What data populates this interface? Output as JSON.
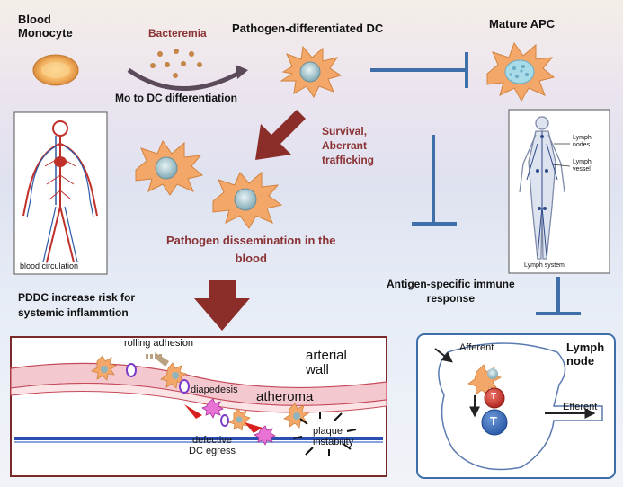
{
  "labels": {
    "blood_monocyte": "Blood\nMonocyte",
    "bacteremia": "Bacteremia",
    "mo_to_dc": "Mo to DC differentiation",
    "pathogen_dc": "Pathogen-differentiated DC",
    "mature_apc": "Mature APC",
    "survival": "Survival,\nAberrant\ntrafficking",
    "dissemination": "Pathogen dissemination in the\nblood",
    "pddc_risk": "PDDC increase risk for\nsystemic inflammtion",
    "antigen_specific": "Antigen-specific immune\nresponse"
  },
  "circulation_panel": {
    "caption": "blood circulation"
  },
  "lymph_panel": {
    "lymph_nodes": "Lymph\nnodes",
    "lymph_vessel": "Lymph\nvessel",
    "caption": "Lymph system"
  },
  "artery_panel": {
    "rolling_adhesion": "rolling adhesion",
    "arterial_wall": "arterial\nwall",
    "diapedesis": "diapedesis",
    "atheroma": "atheroma",
    "plaque_instability": "plaque\ninstability",
    "defective_egress": "defective\nDC egress"
  },
  "node_panel": {
    "title": "Lymph\nnode",
    "afferent": "Afferent",
    "efferent": "Efferent",
    "t_cell_label": "T"
  },
  "colors": {
    "dark_red": "#8b2e2a",
    "blue_inhibit": "#3f6fa8",
    "dc_orange": "#f3a86a",
    "nucleus": "#8fb4bd"
  }
}
